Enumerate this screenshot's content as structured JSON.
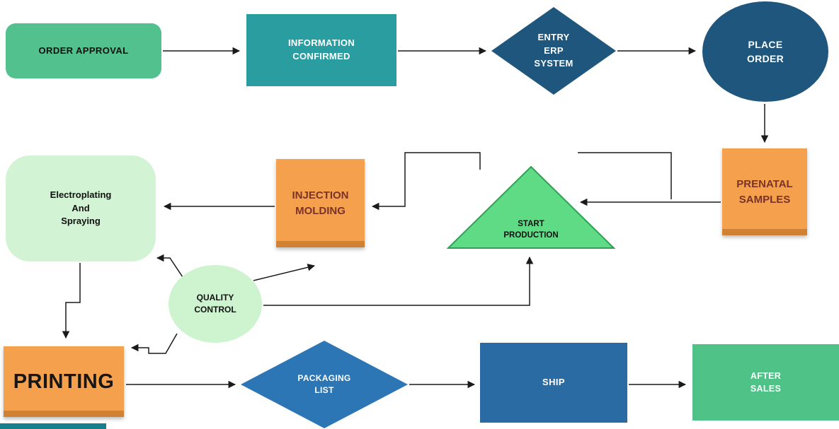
{
  "diagram": {
    "nodes": {
      "order_approval": {
        "label": "ORDER APPROVAL",
        "shape": "rounded-rect"
      },
      "information_confirmed": {
        "label": "INFORMATION\nCONFIRMED",
        "shape": "rect"
      },
      "entry_erp": {
        "label": "ENTRY\nERP\nSYSTEM",
        "shape": "diamond"
      },
      "place_order": {
        "label": "PLACE\nORDER",
        "shape": "ellipse"
      },
      "prenatal_samples": {
        "label": "PRENATAL\nSAMPLES",
        "shape": "sticky-note"
      },
      "start_production": {
        "label": "START\nPRODUCTION",
        "shape": "triangle"
      },
      "injection_molding": {
        "label": "INJECTION\nMOLDING",
        "shape": "sticky-note"
      },
      "electroplating": {
        "label": "Electroplating\nAnd\nSpraying",
        "shape": "rounded-rect"
      },
      "quality_control": {
        "label": "QUALITY\nCONTROL",
        "shape": "ellipse"
      },
      "printing": {
        "label": "PRINTING",
        "shape": "sticky-note"
      },
      "packaging_list": {
        "label": "PACKAGING\nLIST",
        "shape": "diamond"
      },
      "ship": {
        "label": "SHIP",
        "shape": "rect"
      },
      "after_sales": {
        "label": "AFTER\nSALES",
        "shape": "rect"
      }
    },
    "edges": [
      {
        "from": "order_approval",
        "to": "information_confirmed"
      },
      {
        "from": "information_confirmed",
        "to": "entry_erp"
      },
      {
        "from": "entry_erp",
        "to": "place_order"
      },
      {
        "from": "place_order",
        "to": "prenatal_samples"
      },
      {
        "from": "prenatal_samples",
        "to": "start_production"
      },
      {
        "from": "start_production",
        "to": "injection_molding"
      },
      {
        "from": "injection_molding",
        "to": "electroplating"
      },
      {
        "from": "electroplating",
        "to": "printing"
      },
      {
        "from": "quality_control",
        "to": "electroplating"
      },
      {
        "from": "quality_control",
        "to": "injection_molding"
      },
      {
        "from": "quality_control",
        "to": "start_production"
      },
      {
        "from": "quality_control",
        "to": "printing"
      },
      {
        "from": "printing",
        "to": "packaging_list"
      },
      {
        "from": "packaging_list",
        "to": "ship"
      },
      {
        "from": "ship",
        "to": "after_sales"
      }
    ],
    "colors": {
      "rounded_green": "#52C18D",
      "teal": "#2A9DA0",
      "dark_blue": "#1F567E",
      "orange_note": "#F5A04C",
      "note_text": "#7B3328",
      "light_green": "#D2F4D4",
      "triangle_green": "#5EDB84",
      "triangle_border": "#2FA055",
      "mid_blue": "#2C76B6",
      "ship_blue": "#2A6BA4",
      "after_green": "#4FC287",
      "arrow": "#1A1A1A",
      "bottom_strip_teal": "#157F8C"
    }
  }
}
